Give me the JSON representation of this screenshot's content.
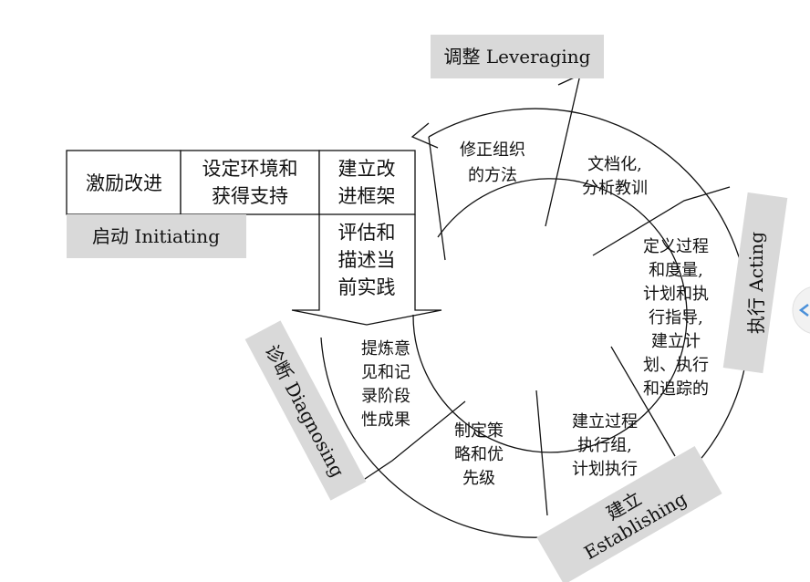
{
  "phases": {
    "initiating": "启动 Initiating",
    "diagnosing": "诊断 Diagnosing",
    "establishing_cn": "建立",
    "establishing_en": "Establishing",
    "acting": "执行 Acting",
    "leveraging": "调整 Leveraging"
  },
  "initiating_steps": {
    "motivate": "激励改进",
    "set_context": [
      "设定环境和",
      "获得支持"
    ],
    "build_framework": [
      "建立改",
      "进框架"
    ]
  },
  "diagnosing_steps": {
    "assess_practice": [
      "评估和",
      "描述当",
      "前实践"
    ],
    "refine_findings": [
      "提炼意",
      "见和记",
      "录阶段",
      "性成果"
    ]
  },
  "establishing_steps": {
    "set_priorities": [
      "制定策",
      "略和优",
      "先级"
    ],
    "build_team": [
      "建立过程",
      "执行组,",
      "计划执行"
    ]
  },
  "acting_steps": {
    "define_process": [
      "定义过程",
      "和度量,",
      "计划和执",
      "行指导,",
      "建立计",
      "划、执行",
      "和追踪的"
    ]
  },
  "leveraging_steps": {
    "document_lessons": [
      "文档化,",
      "分析教训"
    ],
    "revise_approach": [
      "修正组织",
      "的方法"
    ]
  },
  "colors": {
    "phase_label_bg": "#d9d9d9",
    "stroke": "#111111"
  }
}
